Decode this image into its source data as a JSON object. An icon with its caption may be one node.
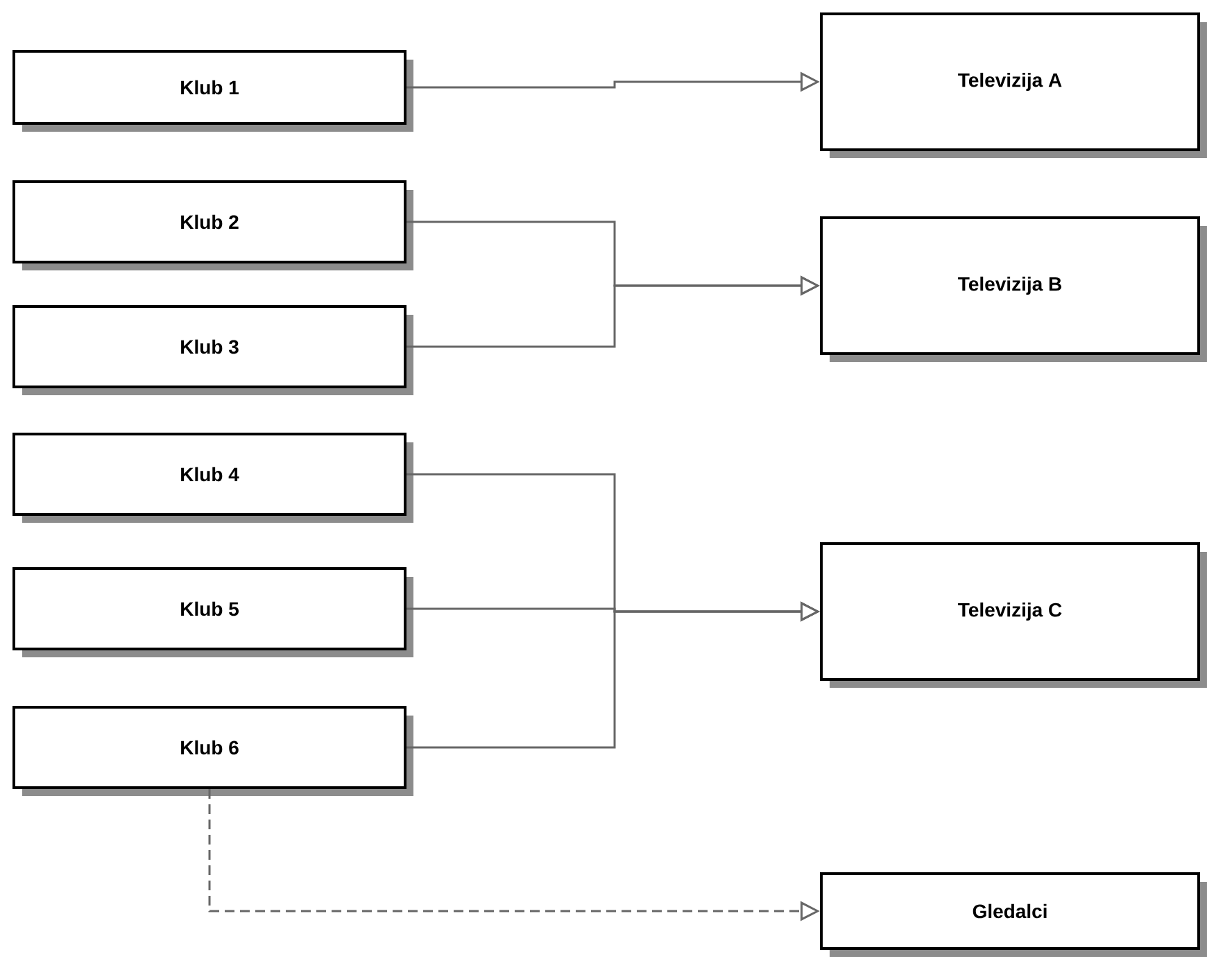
{
  "diagram": {
    "nodes": [
      {
        "text": [
          "Klub 1"
        ]
      },
      {
        "text": [
          "Klub 2"
        ]
      },
      {
        "text": [
          "Klub 3"
        ]
      },
      {
        "text": [
          "Klub 4"
        ]
      },
      {
        "text": [
          "Klub 5"
        ]
      },
      {
        "text": [
          "Klub 6"
        ]
      },
      {
        "text": [
          "Televizija A"
        ]
      },
      {
        "text": [
          "Televizija B"
        ]
      },
      {
        "text": [
          "Televizija C"
        ]
      },
      {
        "text": [
          "Gledalci"
        ]
      }
    ],
    "edges": [
      {
        "from": 0,
        "to": 6,
        "arrow": "to"
      },
      {
        "from": 1,
        "to": 7,
        "arrow": "to"
      },
      {
        "from": 2,
        "to": 7,
        "arrow": "to"
      },
      {
        "from": 3,
        "to": 8,
        "arrow": "to"
      },
      {
        "from": 4,
        "to": 8,
        "arrow": "to"
      },
      {
        "from": 5,
        "to": 8,
        "arrow": "to"
      },
      {
        "from": 5,
        "to": 9,
        "arrow": "to",
        "style": "dashed"
      }
    ]
  }
}
